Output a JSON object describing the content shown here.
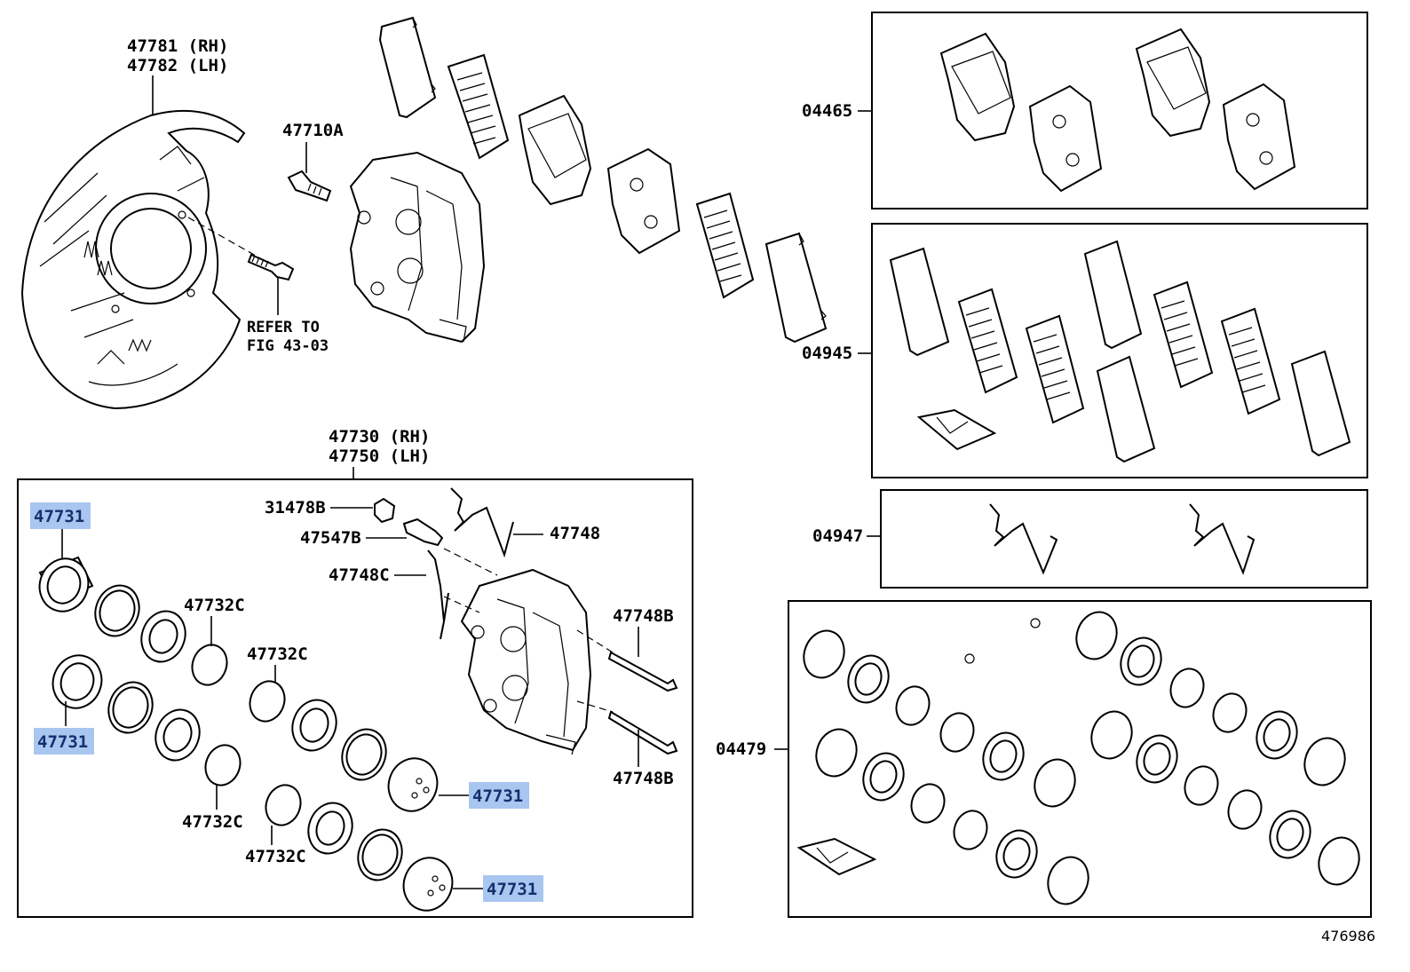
{
  "labels": {
    "p47781": "47781 (RH)",
    "p47782": "47782 (LH)",
    "p47710A": "47710A",
    "refer1": "REFER TO",
    "refer2": "FIG 43-03",
    "p04465": "04465",
    "p04945": "04945",
    "p04947": "04947",
    "p04479": "04479",
    "p47730": "47730 (RH)",
    "p47750": "47750 (LH)",
    "p31478B": "31478B",
    "p47547B": "47547B",
    "p47748": "47748",
    "p47748C": "47748C",
    "p47748B_top": "47748B",
    "p47748B_bot": "47748B",
    "p47732C_1": "47732C",
    "p47732C_2": "47732C",
    "p47732C_3": "47732C",
    "p47732C_4": "47732C",
    "p47731_1": "47731",
    "p47731_2": "47731",
    "p47731_3": "47731",
    "p47731_4": "47731",
    "figure_no": "476986"
  },
  "colors": {
    "highlight": "#a9c6f0",
    "highlight_text": "#14306e",
    "line": "#000000"
  }
}
